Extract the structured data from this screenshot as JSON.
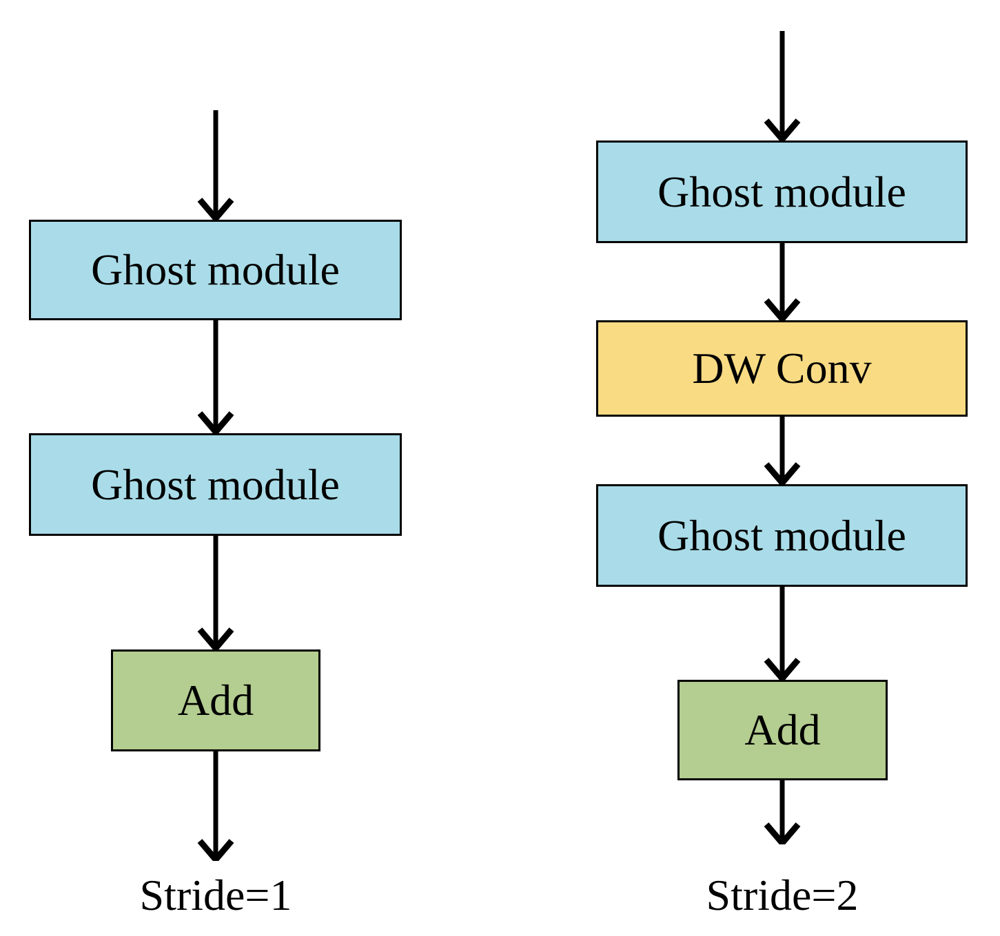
{
  "figure": {
    "columns": [
      {
        "caption": "Stride=1",
        "nodes": [
          {
            "label": "Ghost module",
            "type": "ghost"
          },
          {
            "label": "Ghost module",
            "type": "ghost"
          },
          {
            "label": "Add",
            "type": "add"
          }
        ]
      },
      {
        "caption": "Stride=2",
        "nodes": [
          {
            "label": "Ghost module",
            "type": "ghost"
          },
          {
            "label": "DW Conv",
            "type": "dwconv"
          },
          {
            "label": "Ghost module",
            "type": "ghost"
          },
          {
            "label": "Add",
            "type": "add"
          }
        ]
      }
    ],
    "colors": {
      "ghost_module_fill": "#A9DCE8",
      "dw_conv_fill": "#F9DB84",
      "add_fill": "#B4CD90",
      "border": "#000000",
      "arrow": "#000000",
      "text": "#000000",
      "background": "#FFFFFF"
    },
    "icons": {
      "arrow": "down-arrow"
    }
  }
}
